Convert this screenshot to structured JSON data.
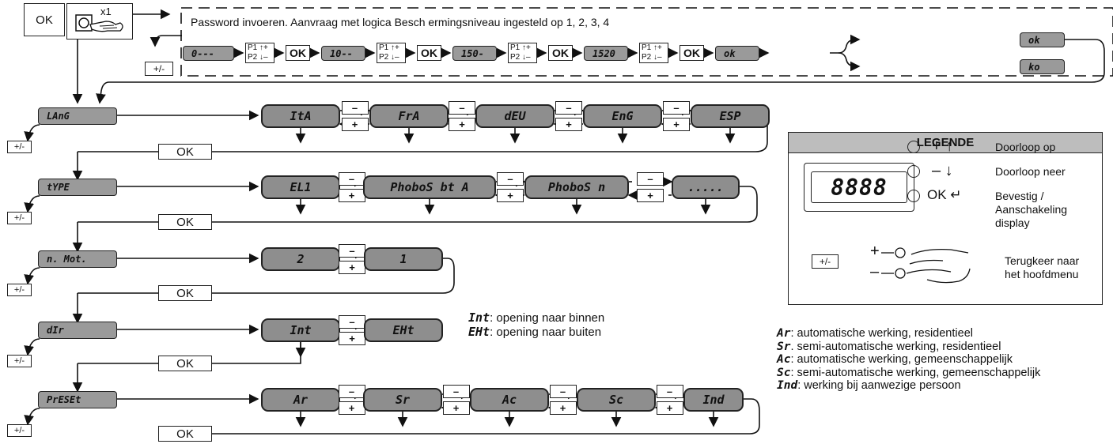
{
  "header": {
    "ok_label": "OK",
    "x1_label": "x1",
    "password_title": "Password invoeren. Aanvraag met logica Besch ermingsniveau ingesteld op 1, 2, 3, 4",
    "plus_minus": "+/-"
  },
  "password_sequence": {
    "displays": [
      "0---",
      "10--",
      "150-",
      "1520",
      "ok"
    ],
    "p1_label": "P1 ↑+",
    "p2_label": "P2 ↓–",
    "ok_label": "OK",
    "result_ok": "ok",
    "result_ko": "ko"
  },
  "menus": [
    {
      "name": "LAnG",
      "options": [
        "ItA",
        "FrA",
        "dEU",
        "EnG",
        "ESP"
      ]
    },
    {
      "name": "tYPE",
      "options": [
        "EL1",
        "PhoboS bt A",
        "PhoboS n",
        "....."
      ]
    },
    {
      "name": "n. Mot.",
      "options": [
        "2",
        "1"
      ]
    },
    {
      "name": "dIr",
      "options": [
        "Int",
        "EHt"
      ]
    },
    {
      "name": "PrESEt",
      "options": [
        "Ar",
        "Sr",
        "Ac",
        "Sc",
        "Ind"
      ]
    }
  ],
  "nav": {
    "plus": "+",
    "minus": "–",
    "ok": "OK",
    "back": "+/-"
  },
  "dir_notes": [
    {
      "code": "Int",
      "text": ": opening naar binnen"
    },
    {
      "code": "EHt",
      "text": ": opening naar buiten"
    }
  ],
  "legend": {
    "title": "LEGENDE",
    "display_digits": "8888",
    "rows": [
      {
        "symbol": "+ ↑",
        "text": "Doorloop op"
      },
      {
        "symbol": "– ↓",
        "text": "Doorloop neer"
      },
      {
        "symbol": "OK ↵",
        "text": "Bevestig / Aanschakeling display"
      }
    ],
    "back_label": "+/-",
    "back_plus": "+",
    "back_minus": "–",
    "back_text": "Terugkeer naar het hoofdmenu"
  },
  "preset_notes": [
    {
      "code": "Ar",
      "text": ":  automatische werking, residentieel"
    },
    {
      "code": "Sr",
      "text": ". semi-automatische werking, residentieel"
    },
    {
      "code": "Ac",
      "text": ": automatische werking, gemeenschappelijk"
    },
    {
      "code": "Sc",
      "text": ": semi-automatische werking, gemeenschappelijk"
    },
    {
      "code": "Ind",
      "text": ":  werking bij aanwezige persoon"
    }
  ],
  "colors": {
    "lcd": "#8e8e8e",
    "line": "#222222"
  }
}
